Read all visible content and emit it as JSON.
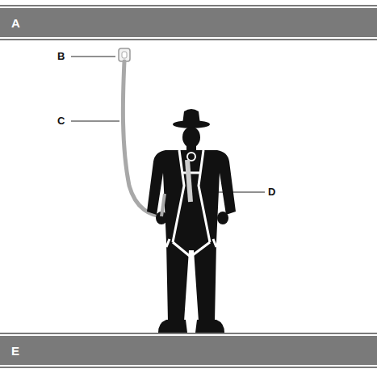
{
  "diagram": {
    "nodes": [
      {
        "text": [
          "A"
        ]
      },
      {
        "text": [
          "E"
        ]
      }
    ],
    "labels": [
      "B",
      "C",
      "D"
    ]
  }
}
